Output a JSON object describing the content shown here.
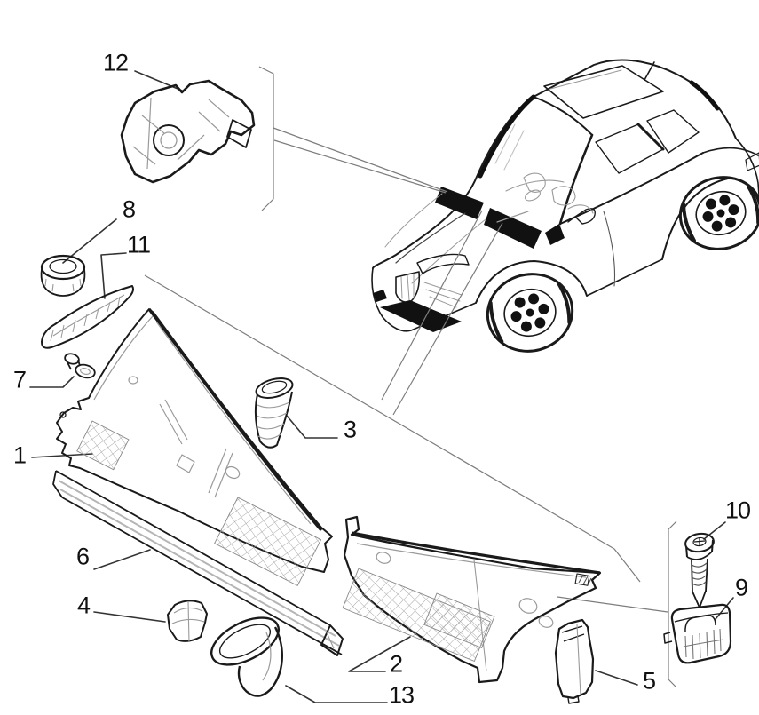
{
  "figure": {
    "callouts": [
      {
        "label": "1"
      },
      {
        "label": "2"
      },
      {
        "label": "3"
      },
      {
        "label": "4"
      },
      {
        "label": "5"
      },
      {
        "label": "6"
      },
      {
        "label": "7"
      },
      {
        "label": "8"
      },
      {
        "label": "9"
      },
      {
        "label": "10"
      },
      {
        "label": "11"
      },
      {
        "label": "12"
      },
      {
        "label": "13"
      }
    ]
  },
  "colors": {
    "ink": "#111111",
    "detail": "#9a9a9a",
    "zone": "#7d7d7d",
    "leader": "#333333",
    "background": "#ffffff"
  }
}
